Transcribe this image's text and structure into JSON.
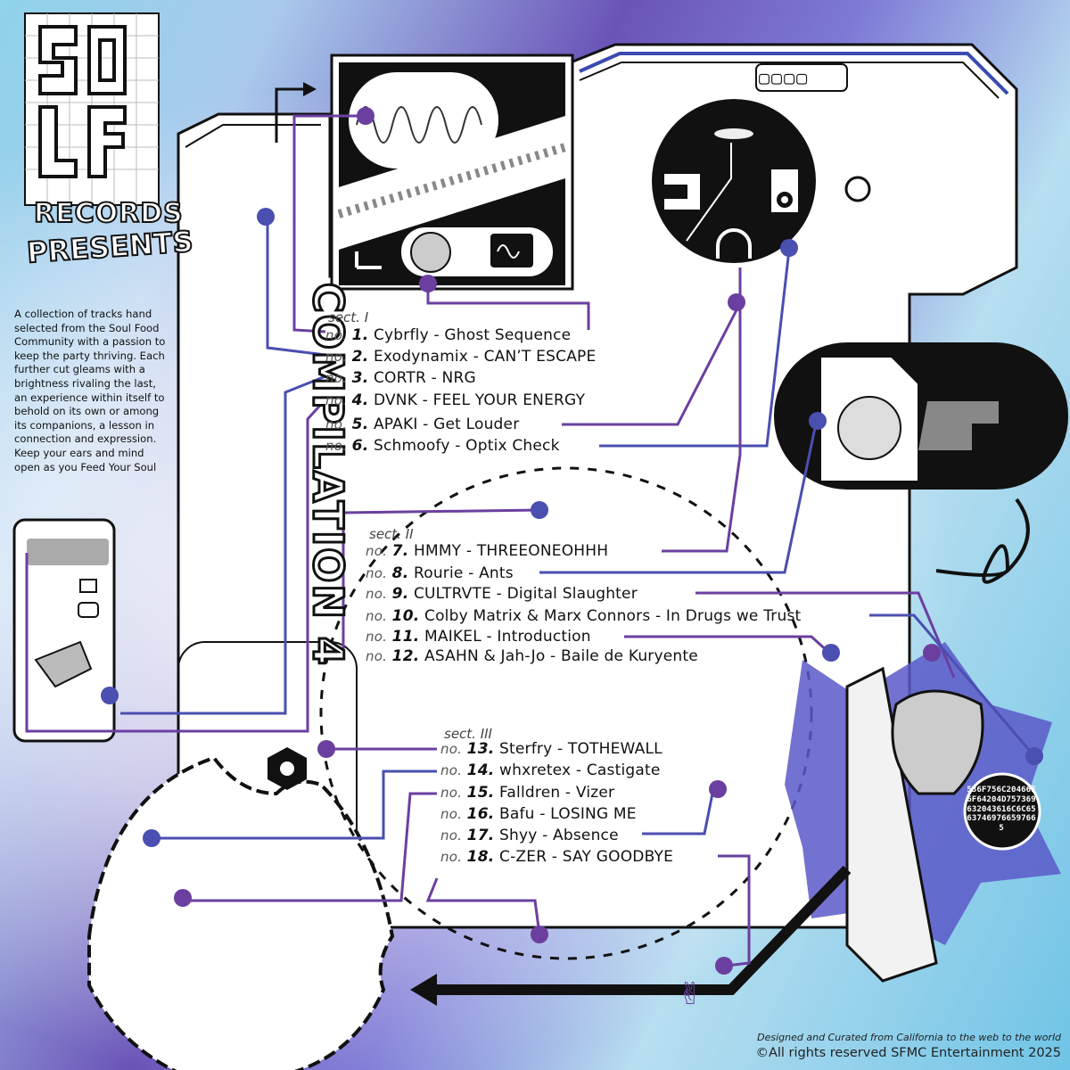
{
  "logo": {
    "records": "RECORDS",
    "presents": "PRESENTS"
  },
  "title": "COMPILATION 4",
  "blurb": "A collection of tracks hand selected from the Soul Food Community with a passion to keep the party thriving. Each further cut gleams with a brightness rivaling the last, an experience within itself to behold on its own or among its companions, a lesson in connection and expression. Keep your ears and mind open as you Feed Your Soul",
  "sections": [
    {
      "label": "sect. I",
      "tracks": [
        {
          "no": "no.",
          "num": "1.",
          "text": "Cybrfly - Ghost Sequence"
        },
        {
          "no": "no.",
          "num": "2.",
          "text": "Exodynamix - CAN’T ESCAPE"
        },
        {
          "no": "no.",
          "num": "3.",
          "text": "CORTR - NRG"
        },
        {
          "no": "no.",
          "num": "4.",
          "text": "DVNK - FEEL YOUR ENERGY"
        },
        {
          "no": "no.",
          "num": "5.",
          "text": "APAKI - Get Louder"
        },
        {
          "no": "no.",
          "num": "6.",
          "text": "Schmoofy - Optix Check"
        }
      ]
    },
    {
      "label": "sect. II",
      "tracks": [
        {
          "no": "no.",
          "num": "7.",
          "text": "HMMY - THREEONEOHHH"
        },
        {
          "no": "no.",
          "num": "8.",
          "text": "Rourie - Ants"
        },
        {
          "no": "no.",
          "num": "9.",
          "text": "CULTRVTE - Digital Slaughter"
        },
        {
          "no": "no.",
          "num": "10.",
          "text": "Colby Matrix & Marx Connors - In Drugs we Trust"
        },
        {
          "no": "no.",
          "num": "11.",
          "text": "MAIKEL - Introduction"
        },
        {
          "no": "no.",
          "num": "12.",
          "text": "ASAHN & Jah-Jo - Baile de Kuryente"
        }
      ]
    },
    {
      "label": "sect. III",
      "tracks": [
        {
          "no": "no.",
          "num": "13.",
          "text": "Sterfry - TOTHEWALL"
        },
        {
          "no": "no.",
          "num": "14.",
          "text": "whxretex - Castigate"
        },
        {
          "no": "no.",
          "num": "15.",
          "text": "Falldren - Vizer"
        },
        {
          "no": "no.",
          "num": "16.",
          "text": "Bafu - LOSING ME"
        },
        {
          "no": "no.",
          "num": "17.",
          "text": "Shyy - Absence"
        },
        {
          "no": "no.",
          "num": "18.",
          "text": "C-ZER - SAY GOODBYE"
        }
      ]
    }
  ],
  "hex_code": "536F756C20466F6F64204D757369632043616C6C65637469766597665",
  "dots_label": "▢▢▢▢",
  "footer": {
    "line1": "Designed and Curated from California to the web to the world",
    "line2": "©All rights reserved SFMC Entertainment 2025"
  },
  "colors": {
    "purple": "#6b3fa0",
    "blue": "#4a4fb0",
    "ink": "#111111"
  }
}
